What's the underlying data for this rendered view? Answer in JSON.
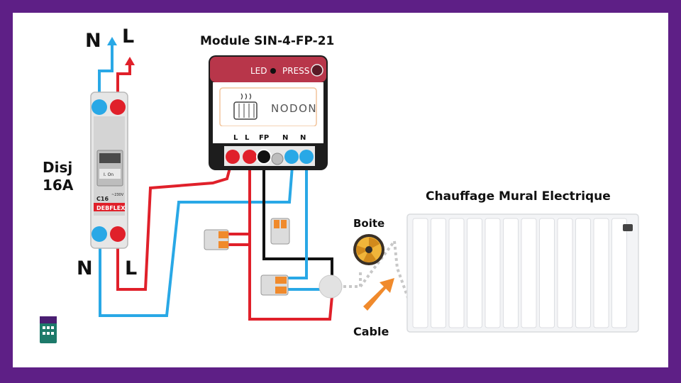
{
  "breaker": {
    "top_n": "N",
    "top_l": "L",
    "bottom_n": "N",
    "bottom_l": "L",
    "title_line1": "Disj",
    "title_line2": "16A",
    "rating": "C16",
    "voltage": "~230V",
    "handle_text": "I. On",
    "brand": "DEBFLEX"
  },
  "module": {
    "title": "Module SIN-4-FP-21",
    "led_label": "LED",
    "press_label": "PRESS",
    "brand": "NODON",
    "terminals": [
      "L",
      "L",
      "FP",
      "N",
      "N"
    ]
  },
  "junction_box": {
    "label": "Boite"
  },
  "cable": {
    "label": "Cable"
  },
  "radiator": {
    "title": "Chauffage Mural Electrique"
  },
  "colors": {
    "live": "#e0202a",
    "neutral": "#29a8e6",
    "pilot": "#111111",
    "module_top": "#b8364a",
    "frame": "#5e1f86",
    "arrow": "#f08a2c"
  }
}
